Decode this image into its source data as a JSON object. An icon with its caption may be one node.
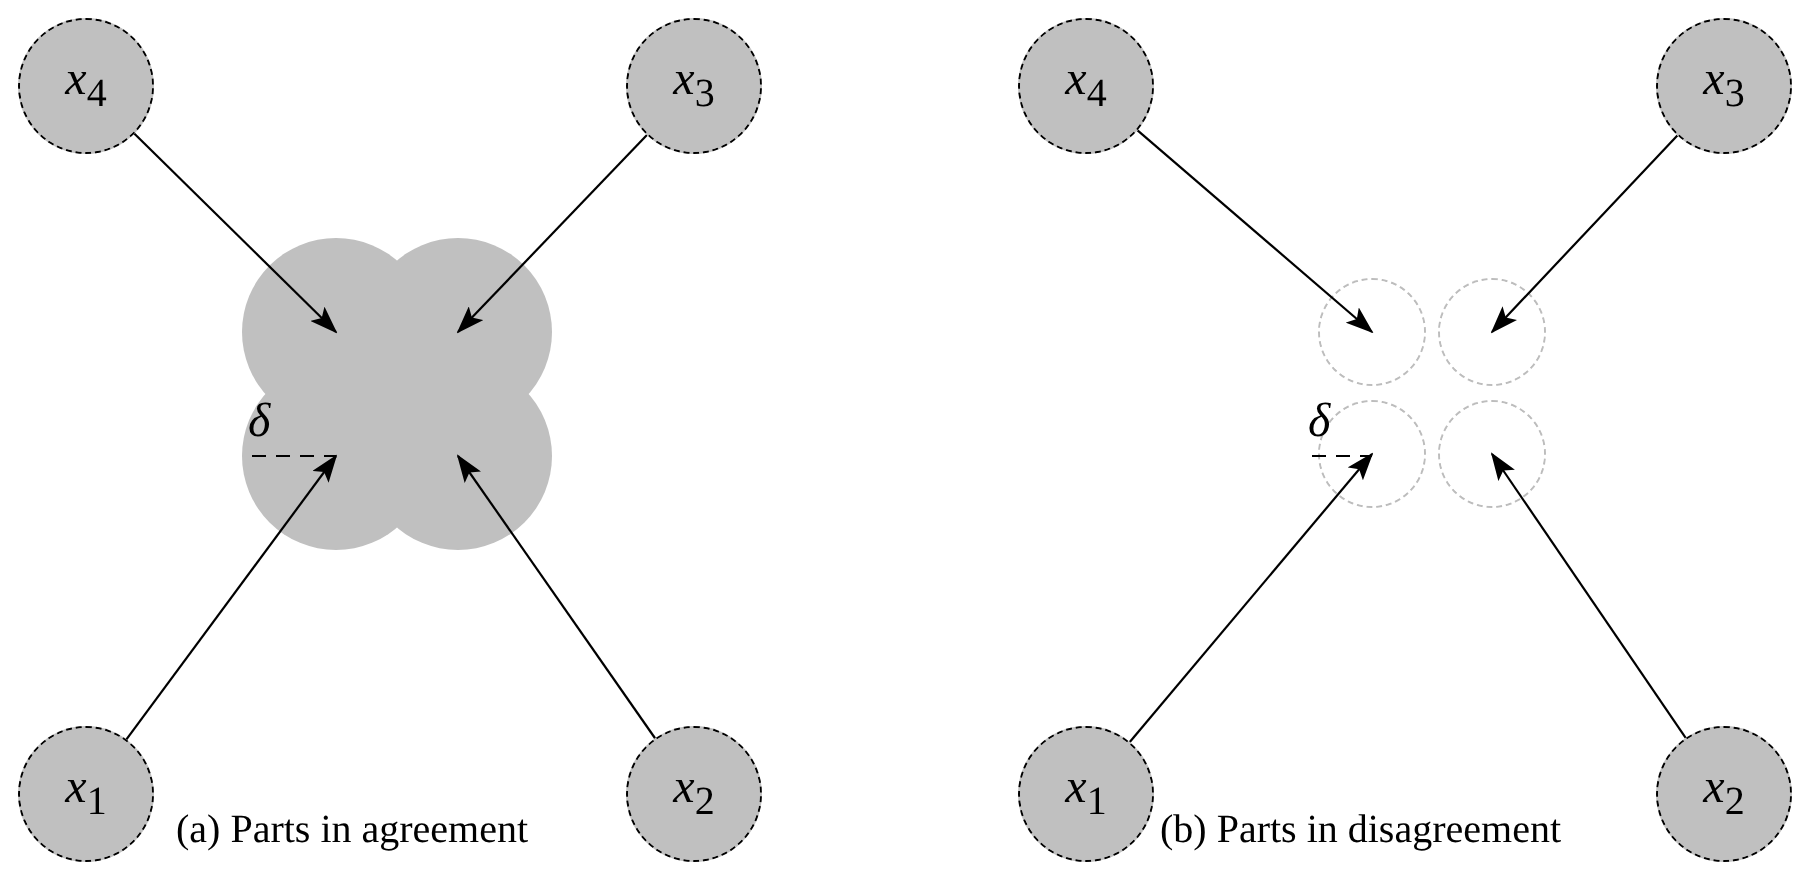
{
  "diagram": {
    "nodes": [
      {
        "text": [
          "*x*$_{4}$"
        ]
      },
      {
        "text": [
          "*x*$_{3}$"
        ]
      },
      {
        "text": [],
        "shape": "blob"
      },
      {
        "text": [
          "*x*$_{1}$"
        ]
      },
      {
        "text": [
          "*x*$_{2}$"
        ]
      },
      {
        "text": [
          "*x*$_{4}$"
        ]
      },
      {
        "text": [
          "*x*$_{3}$"
        ]
      },
      {
        "text": [],
        "shape": "circle"
      },
      {
        "text": [],
        "shape": "circle"
      },
      {
        "text": [],
        "shape": "circle"
      },
      {
        "text": [],
        "shape": "circle"
      },
      {
        "text": [
          "*x*$_{1}$"
        ]
      },
      {
        "text": [
          "*x*$_{2}$"
        ]
      }
    ],
    "edges": [
      {
        "from": 0,
        "to": 2,
        "arrow": "to"
      },
      {
        "from": 1,
        "to": 2,
        "arrow": "to"
      },
      {
        "from": 3,
        "to": 2,
        "arrow": "to"
      },
      {
        "from": 4,
        "to": 2,
        "arrow": "to"
      },
      {
        "from": 5,
        "to": 7,
        "arrow": "to"
      },
      {
        "from": 6,
        "to": 8,
        "arrow": "to"
      },
      {
        "from": 11,
        "to": 9,
        "arrow": "to"
      },
      {
        "from": 12,
        "to": 10,
        "arrow": "to"
      }
    ],
    "labels": [
      "δ",
      "δ",
      "(a) Parts in agreement",
      "(b) Parts in disagreement"
    ]
  }
}
